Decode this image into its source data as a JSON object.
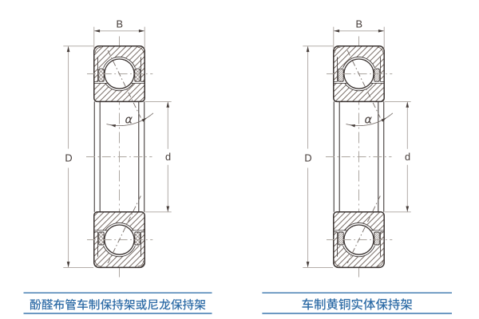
{
  "page": {
    "background": "#ffffff",
    "type": "bearing-catalog-figure"
  },
  "diagrams": [
    {
      "id": "left-bearing",
      "labels": {
        "width": "B",
        "outer_diameter": "D",
        "bore_diameter": "d",
        "contact_angle": "α"
      },
      "cage_section_style": "crosshatch",
      "caption": "酚醛布管车制保持架或尼龙保持架"
    },
    {
      "id": "right-bearing",
      "labels": {
        "width": "B",
        "outer_diameter": "D",
        "bore_diameter": "d",
        "contact_angle": "α"
      },
      "cage_section_style": "fine-hatch",
      "caption": "车制黄铜实体保持架"
    }
  ],
  "colors": {
    "line": "#3a3331",
    "hatch": "#5d5048",
    "dim_line": "#a9a29d",
    "dim_text": "#453c39",
    "centerline": "#a9a29d",
    "contact_line": "#7c736e",
    "caption_text": "#2d6ba6",
    "caption_rule": "#3a76ad"
  }
}
